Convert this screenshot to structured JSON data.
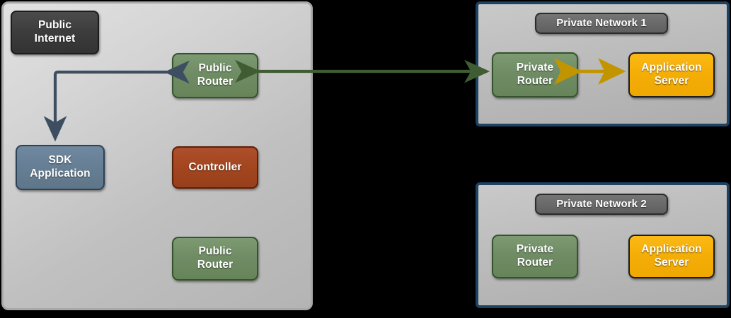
{
  "diagram": {
    "title": "Network topology: public internet zone and private networks",
    "colors": {
      "green_router": "#6f8c65",
      "slate_app": "#677f95",
      "rust_controller": "#a4461f",
      "orange_server": "#f5ae06",
      "dark_title": "#3c3c3c",
      "gray_title": "#6a6a6a",
      "private_border": "#1d4262",
      "public_border": "#a8a8a8",
      "arrow_slate": "#3c4e60",
      "arrow_green": "#3f5c32",
      "arrow_gold": "#c29500",
      "canvas_background": "#000000"
    }
  },
  "public_zone": {
    "title": "Public\nInternet",
    "title_line1": "Public",
    "title_line2": "Internet",
    "nodes": [
      {
        "id": "public-router-top",
        "line1": "Public",
        "line2": "Router",
        "type": "router"
      },
      {
        "id": "sdk-application",
        "line1": "SDK",
        "line2": "Application",
        "type": "application"
      },
      {
        "id": "controller",
        "line1": "Controller",
        "line2": "",
        "type": "controller"
      },
      {
        "id": "public-router-bottom",
        "line1": "Public",
        "line2": "Router",
        "type": "router"
      }
    ]
  },
  "private_networks": [
    {
      "id": "private-network-1",
      "title": "Private Network 1",
      "nodes": [
        {
          "id": "private-router-1",
          "line1": "Private",
          "line2": "Router",
          "type": "router"
        },
        {
          "id": "application-server-1",
          "line1": "Application",
          "line2": "Server",
          "type": "server"
        }
      ],
      "internal_link": {
        "from": "private-router-1",
        "to": "application-server-1",
        "direction": "bidirectional",
        "color": "#c29500"
      }
    },
    {
      "id": "private-network-2",
      "title": "Private Network 2",
      "nodes": [
        {
          "id": "private-router-2",
          "line1": "Private",
          "line2": "Router",
          "type": "router"
        },
        {
          "id": "application-server-2",
          "line1": "Application",
          "line2": "Server",
          "type": "server"
        }
      ],
      "internal_link": null
    }
  ],
  "connections": [
    {
      "id": "edge-router-to-sdk",
      "from": "public-router-top",
      "to": "sdk-application",
      "direction": "bidirectional",
      "color": "#3c4e60",
      "style": "orthogonal"
    },
    {
      "id": "edge-public-router-to-private-router-1",
      "from": "public-router-top",
      "to": "private-router-1",
      "direction": "bidirectional",
      "color": "#3f5c32",
      "style": "straight"
    }
  ]
}
